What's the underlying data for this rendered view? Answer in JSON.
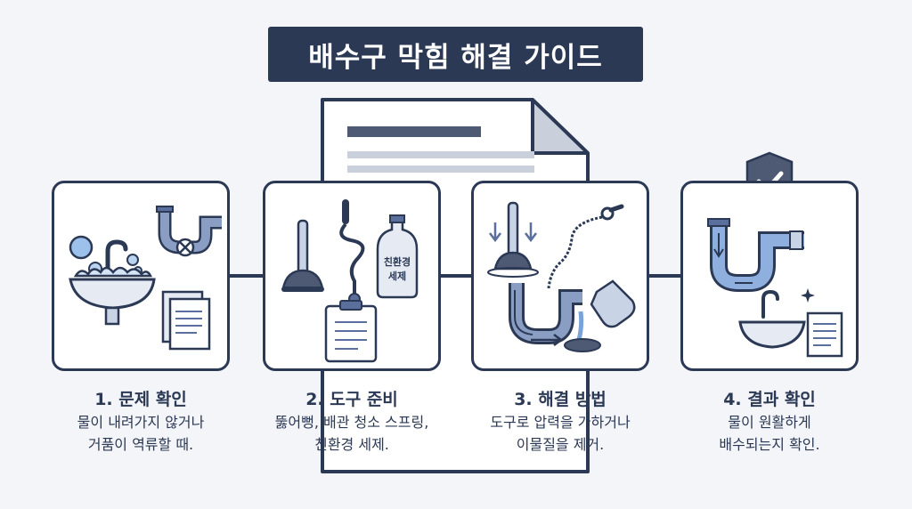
{
  "title": "배수구 막힘 해결 가이드",
  "steps": [
    {
      "title": "1. 문제 확인",
      "desc": [
        "물이 내려가지 않거나",
        "거품이 역류할 때."
      ]
    },
    {
      "title": "2. 도구 준비",
      "desc": [
        "뚫어뻥, 배관 청소 스프링,",
        "친환경 세제."
      ],
      "bottle_label": [
        "친환경",
        "세제"
      ]
    },
    {
      "title": "3. 해결 방법",
      "desc": [
        "도구로 압력을 가하거나",
        "이물질을 제거."
      ]
    },
    {
      "title": "4. 결과 확인",
      "desc": [
        "물이 원활하게",
        "배수되는지 확인."
      ]
    }
  ],
  "colors": {
    "navy": "#2b3955",
    "accent": "#5b6f9c",
    "light": "#c9d3e6",
    "water": "#7aa3d9"
  }
}
